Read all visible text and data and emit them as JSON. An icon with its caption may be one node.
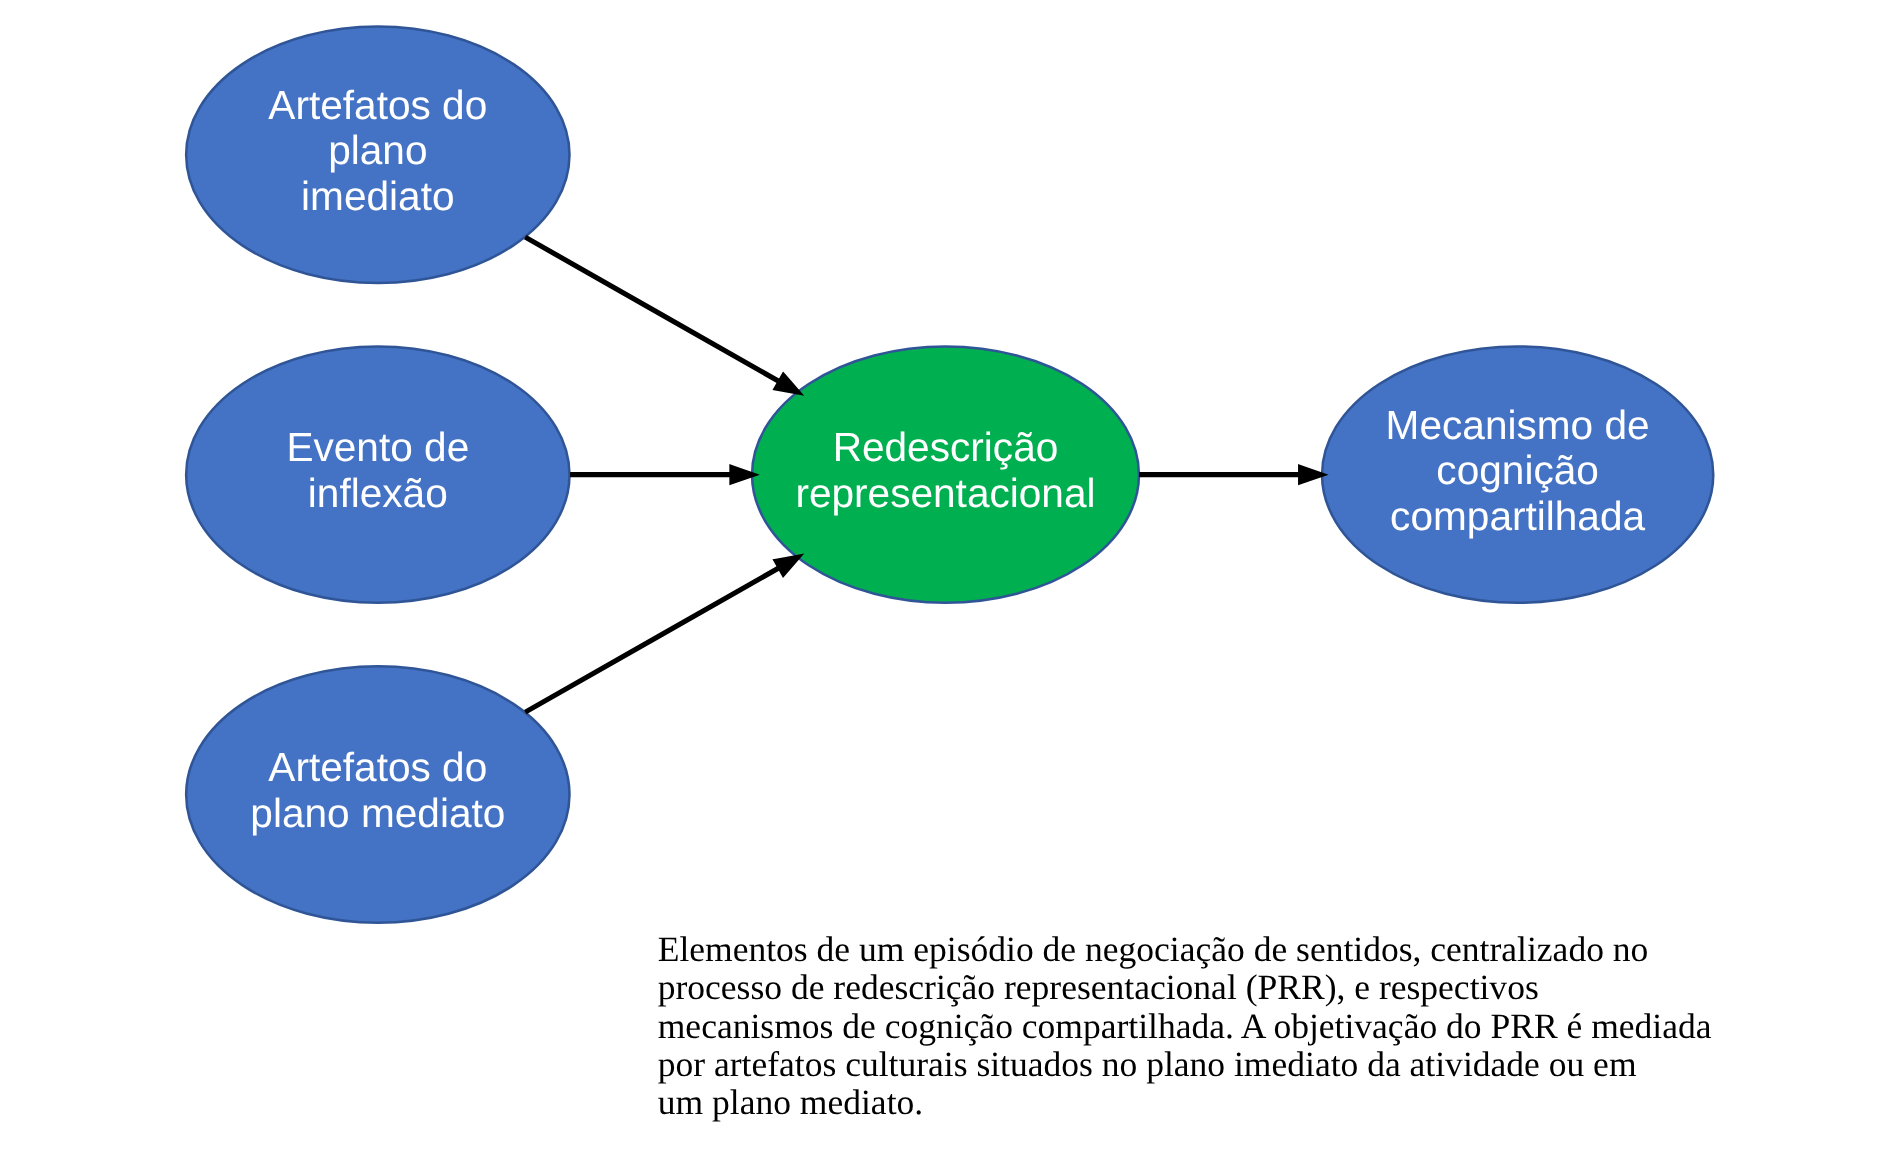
{
  "diagram": {
    "caption": "Elementos de um episódio de negociação de sentidos, centralizado no processo de redescrição representacional (PRR), e respectivos mecanismos de cognição compartilhada. A objetivação do PRR é mediada por artefatos culturais situados no plano imediato da atividade ou em um plano mediato.",
    "nodes": [
      {
        "text": [
          "Artefatos do plano imediato"
        ]
      },
      {
        "text": [
          "Evento de inflexão"
        ]
      },
      {
        "text": [
          "Artefatos do plano mediato"
        ]
      },
      {
        "text": [
          "Redescrição representacional"
        ]
      },
      {
        "text": [
          "Mecanismo de cognição compartilhada"
        ]
      }
    ],
    "edges": [
      {
        "from": 0,
        "to": 3,
        "arrow": "to"
      },
      {
        "from": 1,
        "to": 3,
        "arrow": "to"
      },
      {
        "from": 2,
        "to": 3,
        "arrow": "to"
      },
      {
        "from": 3,
        "to": 4,
        "arrow": "to"
      }
    ]
  }
}
